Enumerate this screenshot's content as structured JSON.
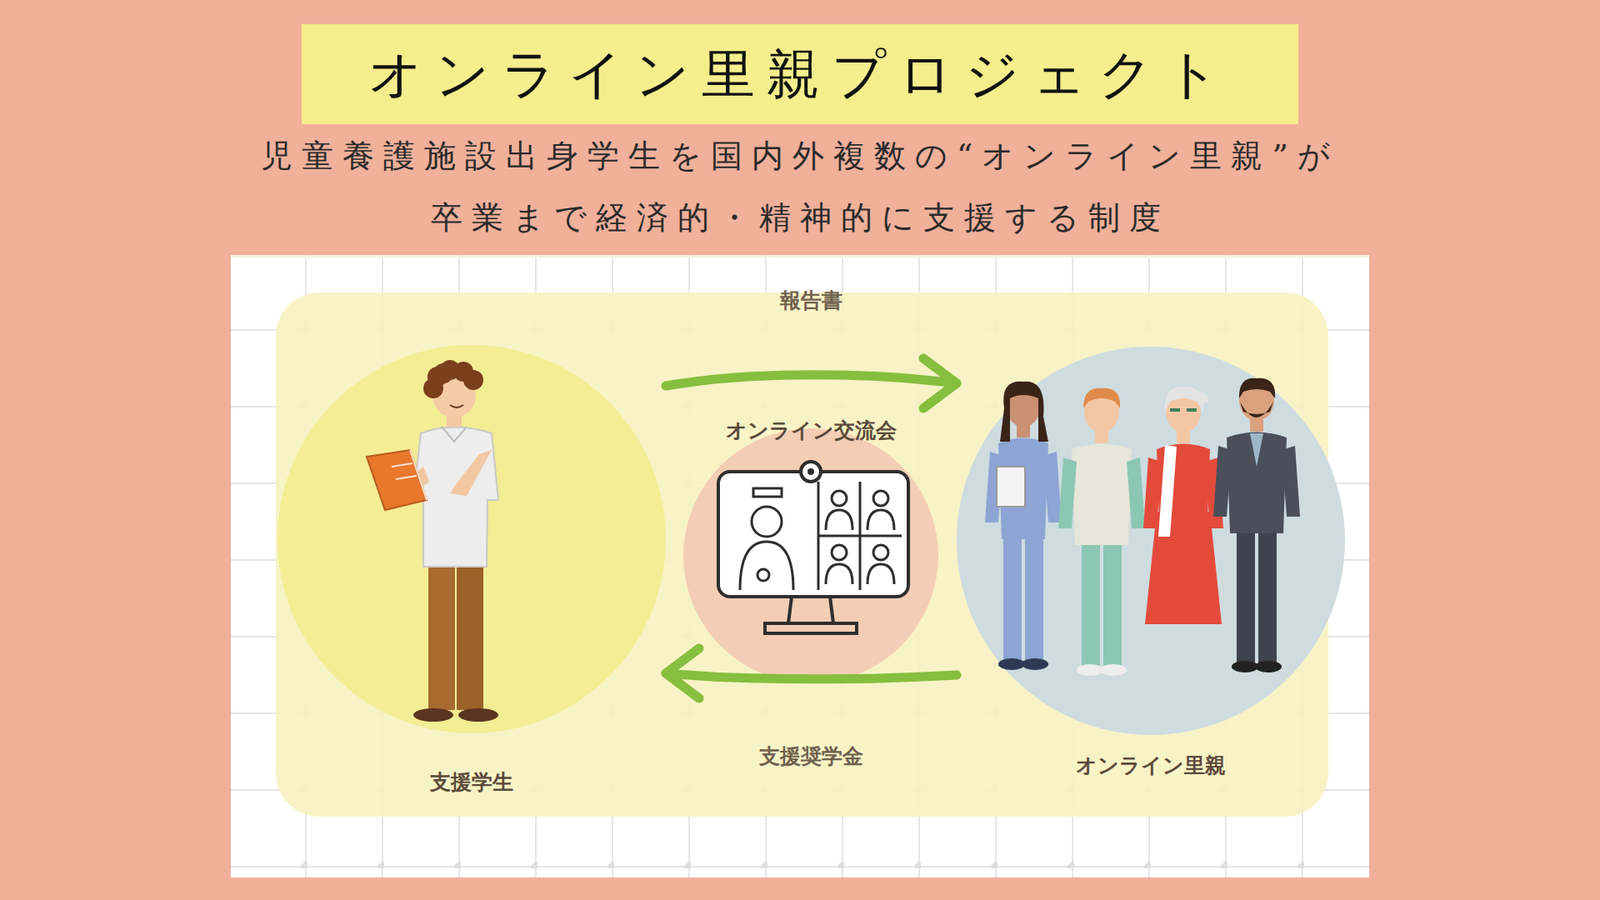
{
  "diagram": {
    "title": "オンライン里親プロジェクト",
    "caption": "児童養護施設出身学生を国内外複数の“オンライン里親”が 卒業まで経済的・精神的に支援する制度",
    "nodes": [
      {
        "text": [
          "支援学生"
        ]
      },
      {
        "text": [
          "オンライン交流会"
        ]
      },
      {
        "text": [
          "オンライン里親"
        ]
      }
    ],
    "edges": [
      {
        "from": 0,
        "to": 2,
        "arrow": "to",
        "label": "報告書"
      },
      {
        "from": 2,
        "to": 0,
        "arrow": "to",
        "label": "支援奨学金"
      }
    ]
  }
}
